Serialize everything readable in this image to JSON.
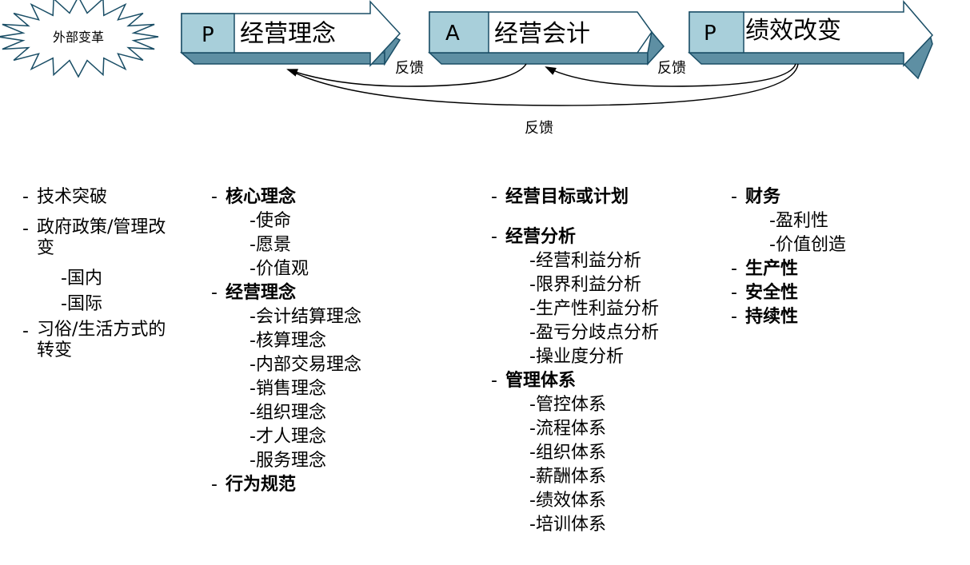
{
  "flow": {
    "trigger": "外部变革",
    "steps": [
      {
        "letter": "P",
        "label": "经营理念"
      },
      {
        "letter": "A",
        "label": "经营会计"
      },
      {
        "letter": "P",
        "label": "绩效改变"
      }
    ],
    "feedback": [
      "反馈",
      "反馈",
      "反馈"
    ]
  },
  "colors": {
    "box_fill": "#a8cfda",
    "box_stroke": "#1a4e66",
    "arrow_stroke": "#000000"
  },
  "columns": [
    {
      "items": [
        {
          "level": 1,
          "dash": "-",
          "text": "技术突破"
        },
        {
          "level": 1,
          "dash": "-",
          "text": "政府政策/管理改变"
        },
        {
          "level": 2,
          "text": "-国内"
        },
        {
          "level": 2,
          "text": "-国际"
        },
        {
          "level": 1,
          "dash": "-",
          "text": "习俗/生活方式的转变"
        }
      ]
    },
    {
      "items": [
        {
          "level": 1,
          "dash": "-",
          "text": "核心理念",
          "bold": true
        },
        {
          "level": 2,
          "text": "-使命"
        },
        {
          "level": 2,
          "text": "-愿景"
        },
        {
          "level": 2,
          "text": "-价值观"
        },
        {
          "level": 1,
          "dash": "-",
          "text": "经营理念",
          "bold": true
        },
        {
          "level": 2,
          "text": "-会计结算理念"
        },
        {
          "level": 2,
          "text": "-核算理念"
        },
        {
          "level": 2,
          "text": "-内部交易理念"
        },
        {
          "level": 2,
          "text": "-销售理念"
        },
        {
          "level": 2,
          "text": "-组织理念"
        },
        {
          "level": 2,
          "text": "-才人理念"
        },
        {
          "level": 2,
          "text": "-服务理念"
        },
        {
          "level": 1,
          "dash": "-",
          "text": "行为规范",
          "bold": true
        }
      ]
    },
    {
      "items": [
        {
          "level": 1,
          "dash": "-",
          "text": "经营目标或计划",
          "bold": true,
          "spaced": true
        },
        {
          "level": 1,
          "dash": "-",
          "text": "经营分析",
          "bold": true
        },
        {
          "level": 2,
          "text": "-经营利益分析"
        },
        {
          "level": 2,
          "text": "-限界利益分析"
        },
        {
          "level": 2,
          "text": "-生产性利益分析"
        },
        {
          "level": 2,
          "text": "-盈亏分歧点分析"
        },
        {
          "level": 2,
          "text": "-操业度分析"
        },
        {
          "level": 1,
          "dash": "-",
          "text": "管理体系",
          "bold": true
        },
        {
          "level": 2,
          "text": "-管控体系"
        },
        {
          "level": 2,
          "text": "-流程体系"
        },
        {
          "level": 2,
          "text": "-组织体系"
        },
        {
          "level": 2,
          "text": "-薪酬体系"
        },
        {
          "level": 2,
          "text": "-绩效体系"
        },
        {
          "level": 2,
          "text": "-培训体系"
        }
      ]
    },
    {
      "items": [
        {
          "level": 1,
          "dash": "-",
          "text": "财务",
          "bold": true
        },
        {
          "level": 2,
          "text": "-盈利性"
        },
        {
          "level": 2,
          "text": "-价值创造"
        },
        {
          "level": 1,
          "dash": "-",
          "text": "生产性",
          "bold": true
        },
        {
          "level": 1,
          "dash": "-",
          "text": "安全性",
          "bold": true
        },
        {
          "level": 1,
          "dash": "-",
          "text": "持续性",
          "bold": true
        }
      ]
    }
  ]
}
